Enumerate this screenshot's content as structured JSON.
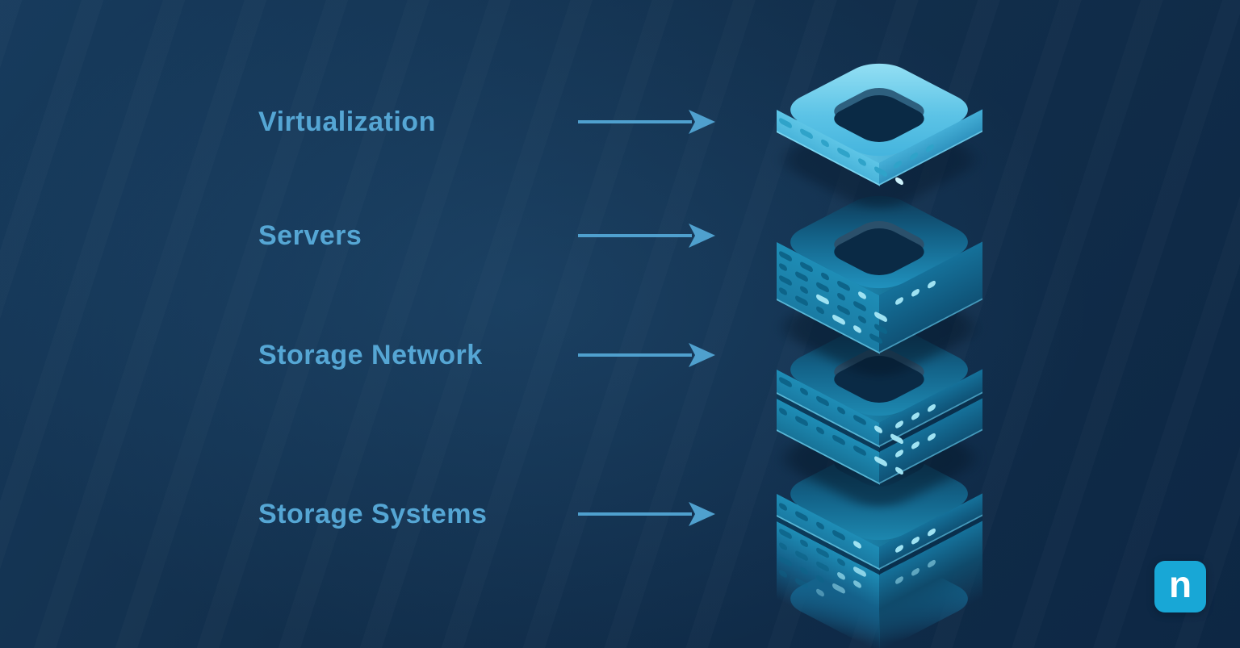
{
  "diagram": {
    "rows": [
      {
        "label": "Virtualization"
      },
      {
        "label": "Servers"
      },
      {
        "label": "Storage Network"
      },
      {
        "label": "Storage Systems"
      }
    ],
    "layers": [
      {
        "name": "Virtualization"
      },
      {
        "name": "Servers"
      },
      {
        "name": "Storage Network"
      },
      {
        "name": "Storage Systems"
      }
    ]
  },
  "logo": {
    "letter": "n"
  },
  "icons": {
    "arrow": "right-arrow-icon",
    "logo": "ninjaone-logo"
  },
  "colors": {
    "background": "#12314e",
    "label_text": "#55a6d4",
    "arrow": "#4fa0ce",
    "layer_light": "#6ccbe9",
    "layer_teal": "#1d86ae",
    "hole": "#0a2a45",
    "logo_background": "#18a7d6"
  }
}
